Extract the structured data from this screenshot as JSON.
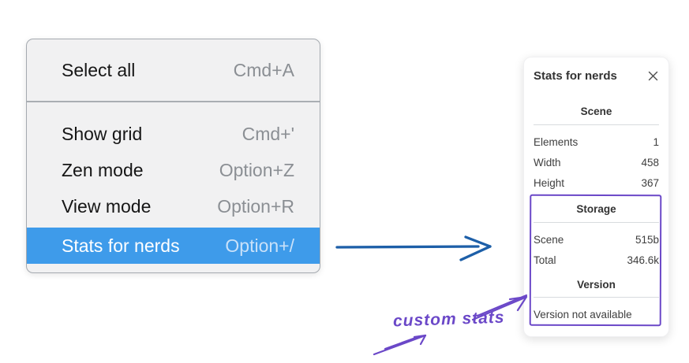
{
  "menu": {
    "sections": [
      {
        "items": [
          {
            "label": "Select all",
            "shortcut": "Cmd+A",
            "highlighted": false
          }
        ]
      },
      {
        "items": [
          {
            "label": "Show grid",
            "shortcut": "Cmd+'",
            "highlighted": false
          },
          {
            "label": "Zen mode",
            "shortcut": "Option+Z",
            "highlighted": false
          },
          {
            "label": "View mode",
            "shortcut": "Option+R",
            "highlighted": false
          },
          {
            "label": "Stats for nerds",
            "shortcut": "Option+/",
            "highlighted": true
          }
        ]
      }
    ],
    "highlight_color": "#3e9bea"
  },
  "stats_panel": {
    "title": "Stats for nerds",
    "close_icon": "close-icon",
    "sections": [
      {
        "heading": "Scene",
        "rows": [
          {
            "label": "Elements",
            "value": "1"
          },
          {
            "label": "Width",
            "value": "458"
          },
          {
            "label": "Height",
            "value": "367"
          }
        ]
      },
      {
        "heading": "Storage",
        "rows": [
          {
            "label": "Scene",
            "value": "515b"
          },
          {
            "label": "Total",
            "value": "346.6k"
          }
        ]
      },
      {
        "heading": "Version",
        "rows": [],
        "note": "Version not available"
      }
    ]
  },
  "annotation": {
    "label": "custom stats",
    "color": "#6b48c8"
  },
  "flow_arrow": {
    "color": "#1d5fa8",
    "direction": "right"
  }
}
